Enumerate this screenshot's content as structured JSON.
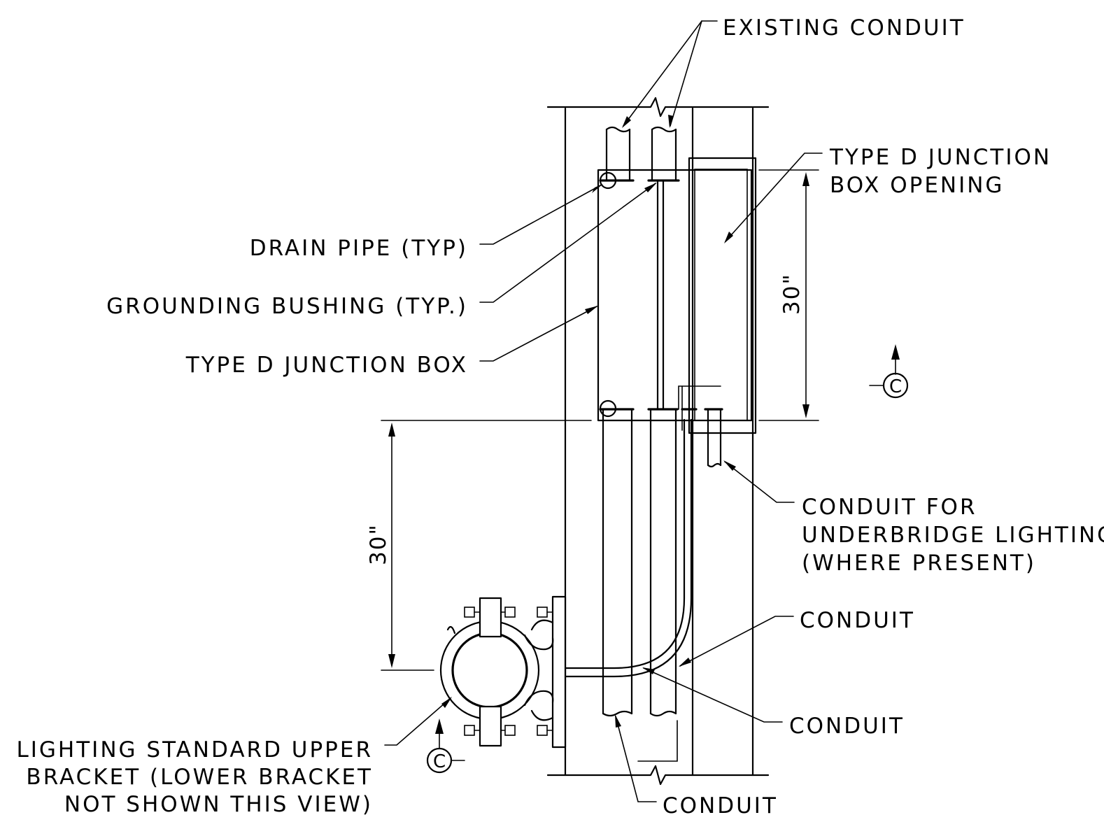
{
  "labels": {
    "existing_conduit": "EXISTING CONDUIT",
    "junction_box_opening_1": "TYPE D JUNCTION",
    "junction_box_opening_2": "BOX OPENING",
    "drain_pipe": "DRAIN PIPE (TYP)",
    "grounding_bushing": "GROUNDING BUSHING (TYP.)",
    "junction_box": "TYPE D JUNCTION BOX",
    "underbridge_1": "CONDUIT FOR",
    "underbridge_2": "UNDERBRIDGE LIGHTING",
    "underbridge_3": "(WHERE PRESENT)",
    "conduit_right_upper": "CONDUIT",
    "conduit_right_lower": "CONDUIT",
    "conduit_bottom": "CONDUIT",
    "bracket_1": "LIGHTING STANDARD UPPER",
    "bracket_2": "BRACKET (LOWER BRACKET",
    "bracket_3": "NOT SHOWN THIS VIEW)"
  },
  "dimensions": {
    "box_height": "30\"",
    "bracket_offset": "30\""
  },
  "section_marks": {
    "right": "C",
    "left": "C"
  }
}
